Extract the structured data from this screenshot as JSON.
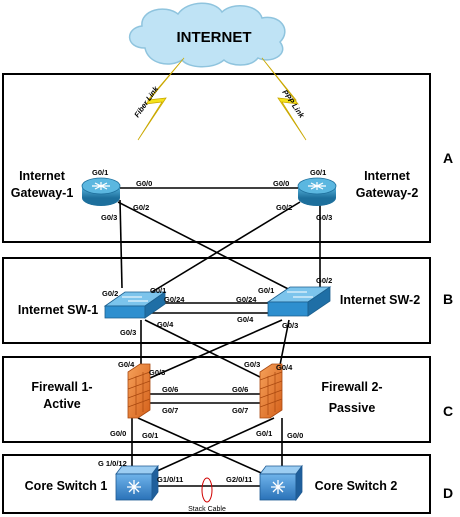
{
  "cloud": {
    "label": "INTERNET"
  },
  "wan_links": {
    "fiber": "Fiber Link",
    "ppp": "PPP Link"
  },
  "zones": {
    "a": "A",
    "b": "B",
    "c": "C",
    "d": "D"
  },
  "devices": {
    "gw1": {
      "line1": "Internet",
      "line2": "Gateway-1"
    },
    "gw2": {
      "line1": "Internet",
      "line2": "Gateway-2"
    },
    "sw1": {
      "label": "Internet SW-1"
    },
    "sw2": {
      "label": "Internet SW-2"
    },
    "fw1": {
      "line1": "Firewall 1-",
      "line2": "Active"
    },
    "fw2": {
      "line1": "Firewall 2-",
      "line2": "Passive"
    },
    "core1": {
      "label": "Core Switch 1"
    },
    "core2": {
      "label": "Core Switch 2"
    }
  },
  "stack_cable": "Stack Cable",
  "ports": {
    "gw1_g01": "G0/1",
    "gw1_g00": "G0/0",
    "gw1_g02": "G0/2",
    "gw1_g03": "G0/3",
    "gw2_g01": "G0/1",
    "gw2_g00": "G0/0",
    "gw2_g02": "G0/2",
    "gw2_g03": "G0/3",
    "sw1_g02": "G0/2",
    "sw1_g01": "G0/1",
    "sw1_g024": "G0/24",
    "sw1_g04": "G0/4",
    "sw1_g03": "G0/3",
    "sw2_g01": "G0/1",
    "sw2_g02": "G0/2",
    "sw2_g024": "G0/24",
    "sw2_g04": "G0/4",
    "sw2_g03": "G0/3",
    "fw1_g04": "G0/4",
    "fw1_g03": "G0/3",
    "fw1_g06": "G0/6",
    "fw1_g07": "G0/7",
    "fw1_g00": "G0/0",
    "fw1_g01": "G0/1",
    "fw2_g03": "G0/3",
    "fw2_g04": "G0/4",
    "fw2_g06": "G0/6",
    "fw2_g07": "G0/7",
    "fw2_g01": "G0/1",
    "fw2_g00": "G0/0",
    "core1_g1012": "G 1/0/12",
    "core1_g1011": "G1/0/11",
    "core2_g2011": "G2/0/11"
  },
  "colors": {
    "cloud": "#bfe3f5",
    "router": "#2a8fc0",
    "switch": "#2e8fcf",
    "firewall": "#e8782a",
    "core": "#3a8fd3",
    "lightning": "#f4e21a"
  }
}
